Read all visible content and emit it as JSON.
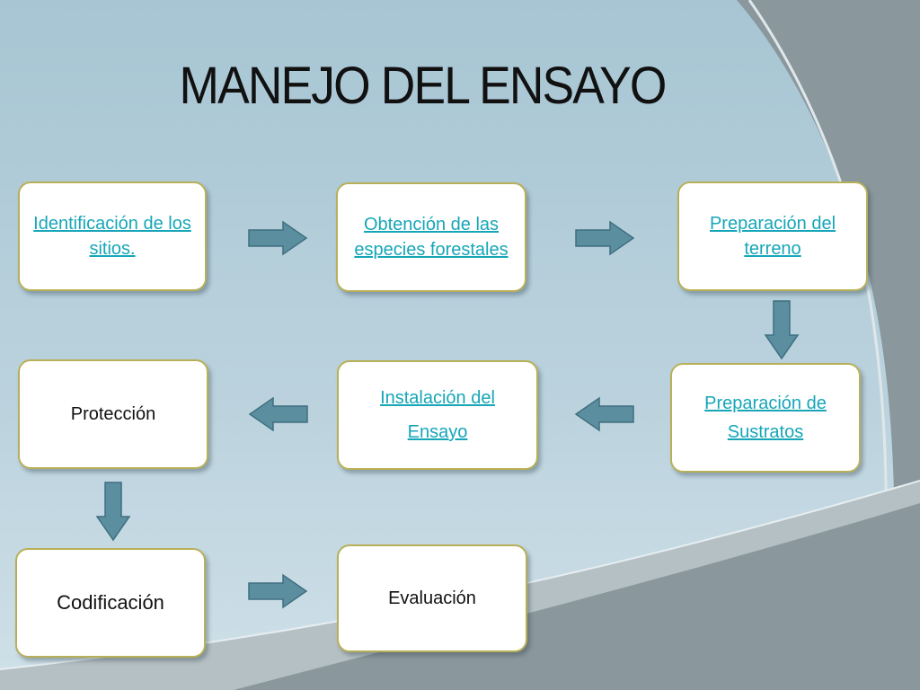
{
  "title": "MANEJO DEL ENSAYO",
  "colors": {
    "link": "#16a6b8",
    "arrow_fill": "#5b8fa0",
    "box_border": "#b8b058"
  },
  "steps": [
    {
      "label": "Identificación de los sitios.",
      "hyperlink": true
    },
    {
      "label": "Obtención de las especies forestales",
      "hyperlink": true
    },
    {
      "label": "Preparación del terreno",
      "hyperlink": true
    },
    {
      "label": " Preparación de Sustratos",
      "hyperlink": true
    },
    {
      "label": "Instalación  del Ensayo",
      "hyperlink": true
    },
    {
      "label": "Protección",
      "hyperlink": false
    },
    {
      "label": "Codificación",
      "hyperlink": false
    },
    {
      "label": "Evaluación",
      "hyperlink": false
    }
  ],
  "arrows": [
    {
      "from": 0,
      "to": 1,
      "direction": "right"
    },
    {
      "from": 1,
      "to": 2,
      "direction": "right"
    },
    {
      "from": 2,
      "to": 3,
      "direction": "down"
    },
    {
      "from": 3,
      "to": 4,
      "direction": "left"
    },
    {
      "from": 4,
      "to": 5,
      "direction": "left"
    },
    {
      "from": 5,
      "to": 6,
      "direction": "down"
    },
    {
      "from": 6,
      "to": 7,
      "direction": "right"
    }
  ]
}
